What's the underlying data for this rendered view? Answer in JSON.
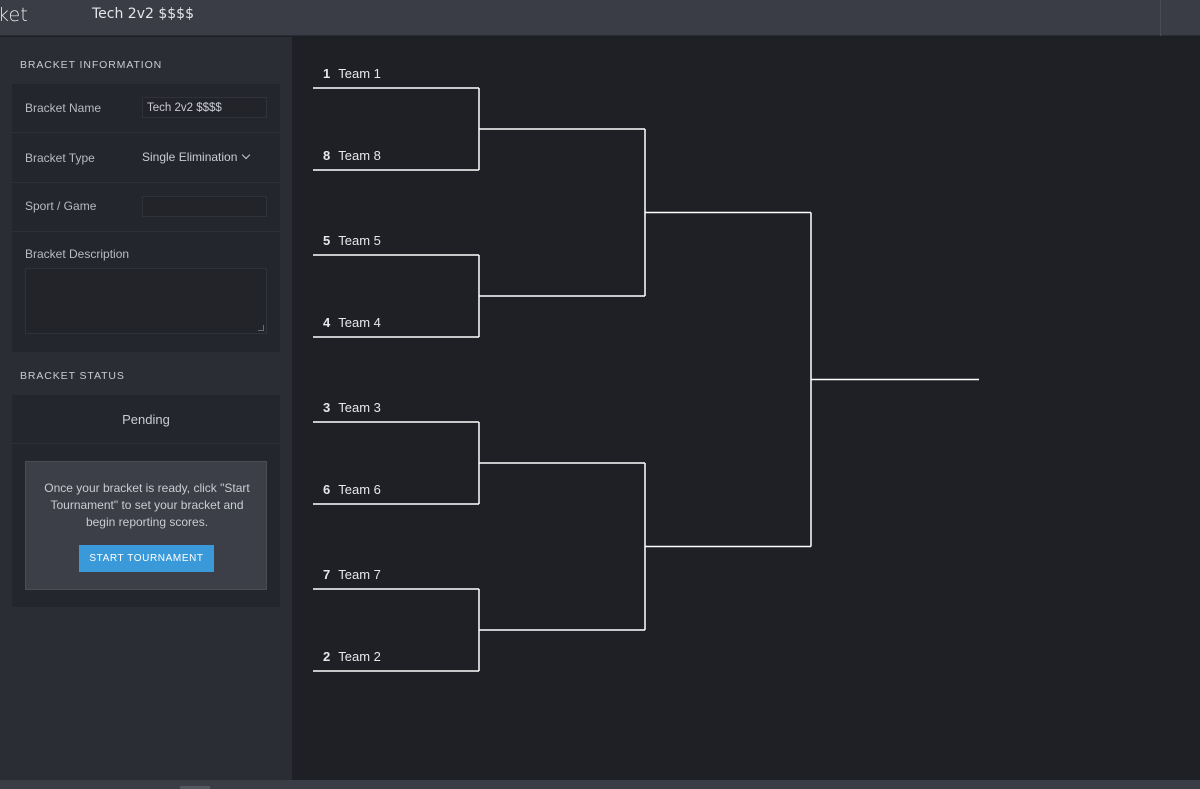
{
  "header": {
    "app_title": "ket",
    "bracket_title": "Tech 2v2 $$$$"
  },
  "sidebar": {
    "info_section_label": "BRACKET INFORMATION",
    "bracket_name_label": "Bracket Name",
    "bracket_name_value": "Tech 2v2 $$$$",
    "bracket_type_label": "Bracket Type",
    "bracket_type_value": "Single Elimination",
    "sport_label": "Sport / Game",
    "sport_value": "",
    "description_label": "Bracket Description",
    "description_value": "",
    "status_section_label": "BRACKET STATUS",
    "status_value": "Pending",
    "notice_text": "Once your bracket is ready, click \"Start Tournament\" to set your bracket and begin reporting scores.",
    "start_button_label": "START TOURNAMENT"
  },
  "bracket": {
    "line_color": "#ffffff",
    "teams": [
      {
        "seed": "1",
        "name": "Team 1"
      },
      {
        "seed": "8",
        "name": "Team 8"
      },
      {
        "seed": "5",
        "name": "Team 5"
      },
      {
        "seed": "4",
        "name": "Team 4"
      },
      {
        "seed": "3",
        "name": "Team 3"
      },
      {
        "seed": "6",
        "name": "Team 6"
      },
      {
        "seed": "7",
        "name": "Team 7"
      },
      {
        "seed": "2",
        "name": "Team 2"
      }
    ]
  }
}
